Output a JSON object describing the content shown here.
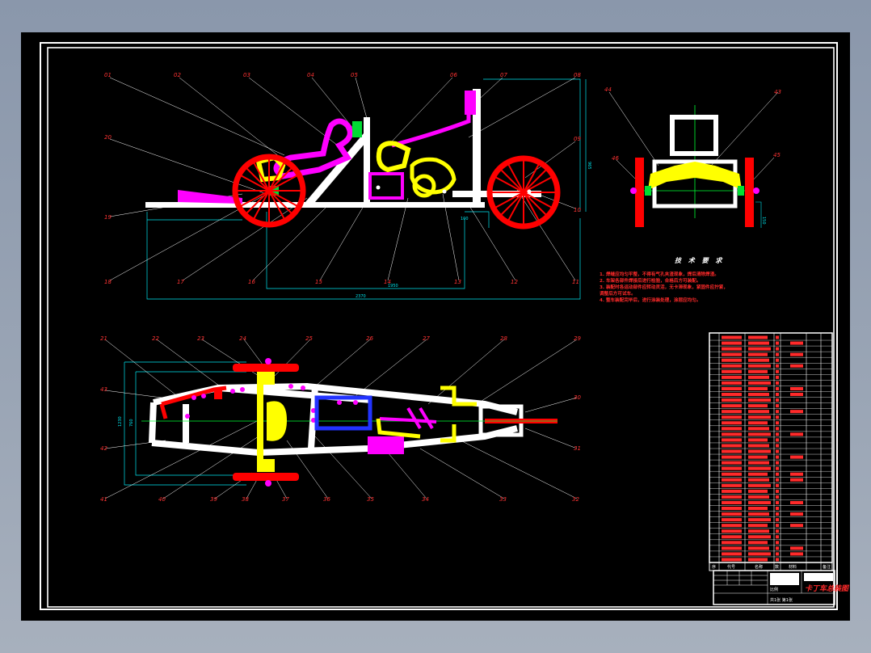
{
  "window": {
    "title": ""
  },
  "colors": {
    "background": "#8a97ab",
    "paper": "#000000",
    "frame": "#ffffff",
    "callout": "#ff3333",
    "leader": "#ffffff",
    "dimension": "#00e5ee",
    "wheel": "#ff0000",
    "frame_part": "#ffffff",
    "seat": "#ff00ff",
    "engine": "#ffff00",
    "highlight": "#00ff00",
    "axis": "#00ff33"
  },
  "side_view": {
    "top_callouts": [
      "01",
      "02",
      "03",
      "04",
      "05",
      "06",
      "07",
      "08"
    ],
    "left_callouts": [
      "20",
      "19"
    ],
    "right_callouts": [
      "09",
      "10"
    ],
    "bottom_callouts": [
      "18",
      "17",
      "16",
      "15",
      "14",
      "13",
      "12",
      "11"
    ],
    "dimensions": [
      "2370",
      "1950",
      "965",
      "100"
    ]
  },
  "front_view": {
    "callouts": [
      "44",
      "43",
      "46",
      "45"
    ],
    "dimensions": [
      "150"
    ]
  },
  "top_view": {
    "top_callouts": [
      "21",
      "22",
      "23",
      "24",
      "25",
      "26",
      "27",
      "28",
      "29"
    ],
    "left_callouts": [
      "43",
      "42"
    ],
    "right_callouts": [
      "30",
      "31"
    ],
    "bottom_callouts": [
      "41",
      "40",
      "39",
      "38",
      "37",
      "36",
      "35",
      "34",
      "33",
      "32"
    ],
    "dimensions": [
      "760",
      "1230"
    ]
  },
  "technical_requirements": {
    "title": "技 术 要 求",
    "items": [
      "1. 焊缝应均匀平整，不得有气孔夹渣现象，焊后清除焊渣。",
      "2. 车架各部件焊接后进行检验，合格后方可装配。",
      "3. 装配时各运动部件应转动灵活，无卡滞现象，紧固件应拧紧，",
      "   调整后方可试车。",
      "4. 整车装配完毕后，进行涂装处理，涂层应均匀。"
    ]
  },
  "parts_list": {
    "row_count": 40,
    "footer_headers": [
      "序",
      "代号",
      "名称",
      "数",
      "材料",
      "备注"
    ]
  },
  "title_block": {
    "drawing_title": "卡丁车总装图",
    "scale_label": "比例",
    "sheet_label": "共1张 第1张"
  }
}
